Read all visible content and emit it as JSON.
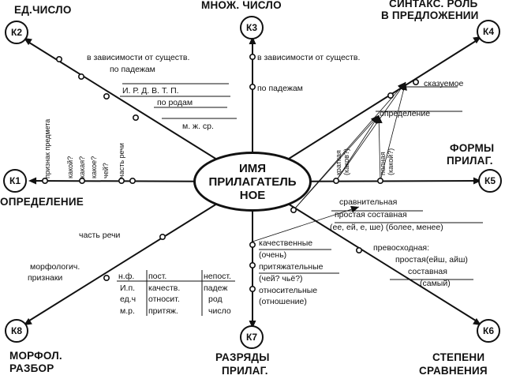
{
  "center": {
    "lines": [
      "ИМЯ",
      "ПРИЛАГАТЕЛЬ",
      "НОЕ"
    ]
  },
  "nodes": {
    "k1": "К1",
    "k2": "К2",
    "k3": "К3",
    "k4": "К4",
    "k5": "К5",
    "k6": "К6",
    "k7": "К7",
    "k8": "К8"
  },
  "headings": {
    "k1": [
      "ОПРЕДЕЛЕНИЕ"
    ],
    "k2": [
      "ЕД.ЧИСЛО"
    ],
    "k3": [
      "МНОЖ. ЧИСЛО"
    ],
    "k4": [
      "СИНТАКС. РОЛЬ",
      "В ПРЕДЛОЖЕНИИ"
    ],
    "k5": [
      "ФОРМЫ",
      "ПРИЛАГ."
    ],
    "k6": [
      "СТЕПЕНИ",
      "СРАВНЕНИЯ"
    ],
    "k7": [
      "РАЗРЯДЫ",
      "ПРИЛАГ."
    ],
    "k8": [
      "МОРФОЛ.",
      "РАЗБОР"
    ]
  },
  "k2": {
    "dependency": "в зависимости от существ.",
    "by_cases": "по падежам",
    "cases": "И. Р.  Д.  В.  Т.  П.",
    "by_gender": "по родам",
    "genders": "м.   ж.  ср."
  },
  "k3": {
    "dependency": "в зависимости от существ.",
    "by_cases": "по падежам"
  },
  "k1": {
    "vertical": [
      "признак предмета",
      "какой?",
      "какая?",
      "какое?",
      "чей?",
      "часть речи"
    ]
  },
  "k4": {
    "predicate": "сказуемое",
    "attribute": "определение"
  },
  "k5": {
    "short": [
      "краткая",
      "(каков?)"
    ],
    "full": [
      "полная",
      "(какой?)"
    ]
  },
  "k6": {
    "comparative": "сравнительная",
    "comparative_forms": "простая    составная",
    "comparative_examples": "(ее, ей, е, ше)  (более, менее)",
    "superlative": "превосходная:",
    "superlative_simple": "простая(ейш, айш)",
    "superlative_compound": "составная",
    "superlative_example": "(самый)"
  },
  "k7": {
    "qualitative": "качественные",
    "qualitative_q": "(очень)",
    "possessive": "притяжательные",
    "possessive_q": "(чей? чьё?)",
    "relative": "относительные",
    "relative_q": "(отношение)"
  },
  "k8": {
    "part_of_speech": "часть речи",
    "morph_features": "морфологич.",
    "features": "признаки",
    "table": [
      [
        "н.ф.",
        "пост.",
        "непост."
      ],
      [
        "И.п.",
        "качеств.",
        "падеж"
      ],
      [
        "ед.ч",
        "относит.",
        "род"
      ],
      [
        "м.р.",
        "притяж.",
        "число"
      ]
    ]
  }
}
